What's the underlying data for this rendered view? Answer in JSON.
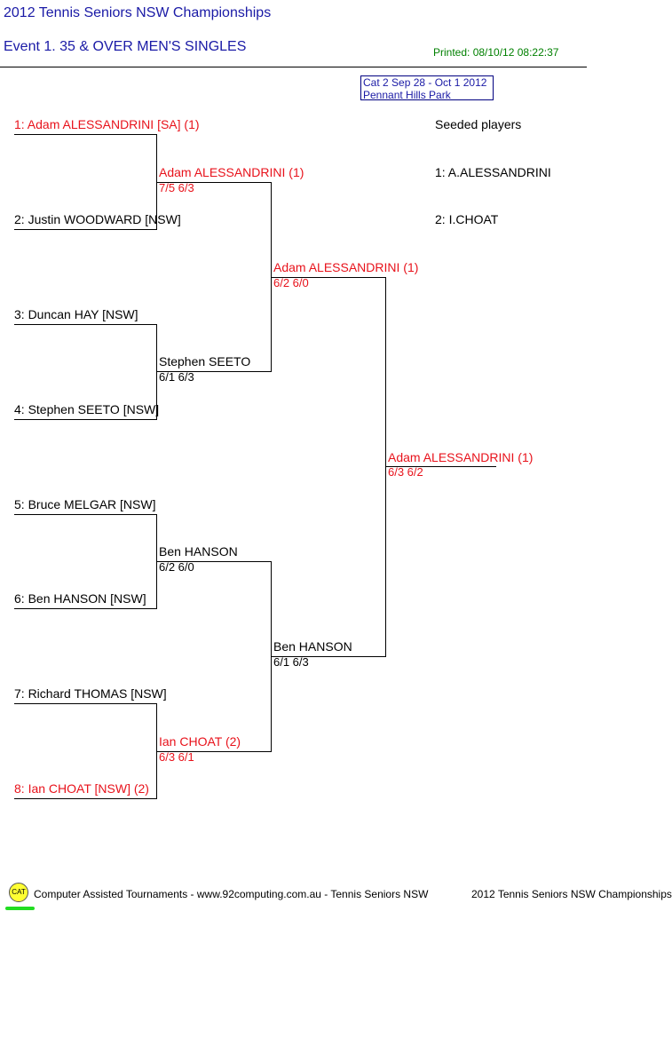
{
  "header": {
    "title": "2012 Tennis Seniors NSW Championships",
    "event": "Event 1. 35 & OVER MEN'S SINGLES",
    "printed": "Printed: 08/10/12 08:22:37"
  },
  "category": {
    "line1": "Cat 2   Sep 28 - Oct 1 2012",
    "line2": "Pennant Hills Park"
  },
  "draw": {
    "round1": [
      {
        "label": "1: Adam ALESSANDRINI [SA] (1)",
        "seeded": true
      },
      {
        "label": "2: Justin WOODWARD [NSW]",
        "seeded": false
      },
      {
        "label": "3: Duncan HAY [NSW]",
        "seeded": false
      },
      {
        "label": "4: Stephen SEETO [NSW]",
        "seeded": false
      },
      {
        "label": "5: Bruce MELGAR [NSW]",
        "seeded": false
      },
      {
        "label": "6: Ben HANSON [NSW]",
        "seeded": false
      },
      {
        "label": "7: Richard THOMAS [NSW]",
        "seeded": false
      },
      {
        "label": "8: Ian CHOAT [NSW] (2)",
        "seeded": true
      }
    ],
    "round2": [
      {
        "name": "Adam ALESSANDRINI (1)",
        "score": "7/5 6/3",
        "seeded": true
      },
      {
        "name": "Stephen SEETO",
        "score": "6/1 6/3",
        "seeded": false
      },
      {
        "name": "Ben HANSON",
        "score": "6/2 6/0",
        "seeded": false
      },
      {
        "name": "Ian CHOAT (2)",
        "score": "6/3 6/1",
        "seeded": true
      }
    ],
    "semis": [
      {
        "name": "Adam ALESSANDRINI (1)",
        "score": "6/2 6/0",
        "seeded": true
      },
      {
        "name": "Ben HANSON",
        "score": "6/1 6/3",
        "seeded": false
      }
    ],
    "final": {
      "name": "Adam ALESSANDRINI (1)",
      "score": "6/3 6/2",
      "seeded": true
    }
  },
  "seeds": {
    "heading": "Seeded players",
    "list": [
      "1: A.ALESSANDRINI",
      "2: I.CHOAT"
    ]
  },
  "footer": {
    "logo_text": "CAT",
    "text": "Computer Assisted Tournaments - www.92computing.com.au -  Tennis Seniors NSW",
    "right": "2012 Tennis Seniors NSW Championships"
  },
  "colors": {
    "title": "#1a1aa6",
    "printed": "#008000",
    "seeded": "#e8121b",
    "logo": "#ffff33",
    "logo_underline": "#22dd22"
  }
}
